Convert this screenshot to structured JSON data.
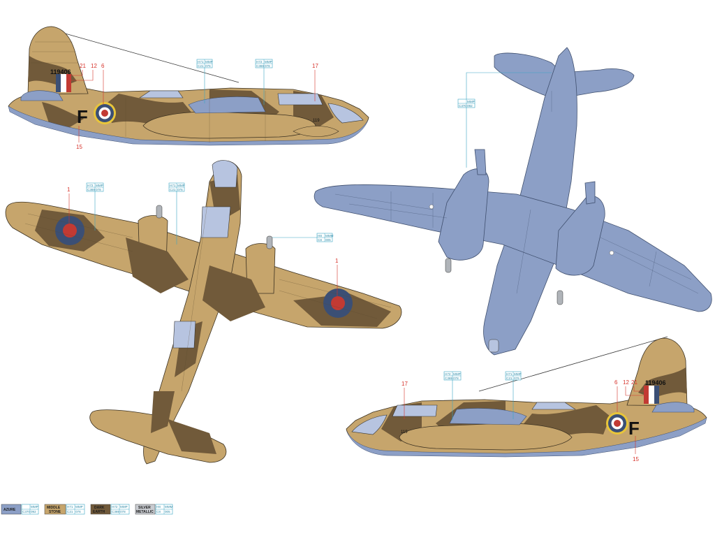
{
  "colors": {
    "azure": "#8c9fc6",
    "middle_stone": "#c6a56c",
    "dark_earth": "#715a3a",
    "silver": "#c9ccd1",
    "roundel_red": "#c23a33",
    "roundel_blue": "#3b4f75",
    "roundel_yellow": "#e8c53a",
    "callout_red": "#d6322a",
    "callout_blue": "#3aa6c4"
  },
  "side_left": {
    "serial": "119406",
    "code_letter": "F",
    "fin_mark": "119",
    "callouts": [
      "21",
      "12",
      "6",
      "17",
      "15"
    ],
    "refs": [
      {
        "a": "H71",
        "b": "MMP",
        "c": "C21",
        "d": "076"
      },
      {
        "a": "H72",
        "b": "MMP",
        "c": "C369",
        "d": "078"
      }
    ]
  },
  "top_view": {
    "callouts": [
      "1",
      "1"
    ],
    "refs": [
      {
        "a": "H72",
        "b": "MMP",
        "c": "C369",
        "d": "078"
      },
      {
        "a": "H71",
        "b": "MMP",
        "c": "C21",
        "d": "076"
      },
      {
        "a": "H8",
        "b": "MMM",
        "c": "C8",
        "d": "005"
      }
    ]
  },
  "bottom_view": {
    "refs": [
      {
        "a": "",
        "b": "MMP",
        "c": "C370",
        "d": "092"
      }
    ]
  },
  "side_right": {
    "serial": "119406",
    "code_letter": "F",
    "fin_mark": "119",
    "callouts": [
      "17",
      "6",
      "12",
      "21",
      "15"
    ],
    "refs": [
      {
        "a": "H72",
        "b": "MMP",
        "c": "C369",
        "d": "078"
      },
      {
        "a": "H71",
        "b": "MMP",
        "c": "C21",
        "d": "076"
      }
    ]
  },
  "legend": [
    {
      "name1": "AZURE",
      "name2": "",
      "a": "",
      "b": "MMP",
      "c": "C370",
      "d": "092",
      "color": "#8c9fc6"
    },
    {
      "name1": "MIDDLE",
      "name2": "STONE",
      "a": "H71",
      "b": "MMP",
      "c": "C21",
      "d": "076",
      "color": "#c6a56c"
    },
    {
      "name1": "DARK",
      "name2": "EARTH",
      "a": "H72",
      "b": "MMP",
      "c": "C369",
      "d": "078",
      "color": "#715a3a"
    },
    {
      "name1": "SILVER",
      "name2": "METALLIC",
      "a": "H8",
      "b": "MMM",
      "c": "C8",
      "d": "005",
      "color": "#c9ccd1"
    }
  ]
}
